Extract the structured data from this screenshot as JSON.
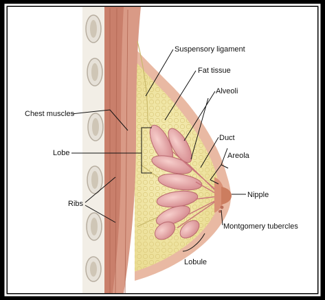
{
  "labels": {
    "suspensory_ligament": "Suspensory ligament",
    "fat_tissue": "Fat tissue",
    "alveoli": "Alveoli",
    "chest_muscles": "Chest muscles",
    "duct": "Duct",
    "lobe": "Lobe",
    "areola": "Areola",
    "nipple": "Nipple",
    "ribs": "Ribs",
    "montgomery_tubercles": "Montgomery tubercles",
    "lobule": "Lobule"
  },
  "colors": {
    "frame": "#000000",
    "background": "#ffffff",
    "skin": "#e9b9a3",
    "fat": "#f1e6a8",
    "muscle": "#d99a86",
    "rib": "#e6e1d8",
    "gland": "#e3a2a4",
    "nipple": "#cc7d5f"
  }
}
